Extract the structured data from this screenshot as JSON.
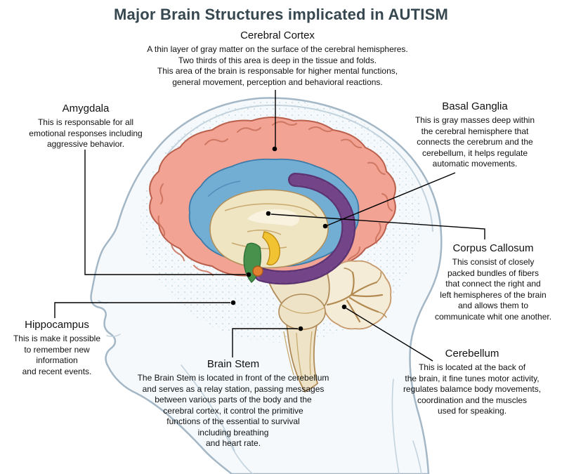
{
  "title": "Major Brain Structures implicated in AUTISM",
  "labels": {
    "cerebral_cortex": {
      "heading": "Cerebral Cortex",
      "lines": [
        "A thin layer of gray matter on the surface of the cerebral hemispheres.",
        "Two thirds of this area is deep in the tissue and folds.",
        "This area of the brain is responsable for higher mental functions,",
        "general movement, perception and behavioral reactions."
      ]
    },
    "amygdala": {
      "heading": "Amygdala",
      "lines": [
        "This is responsable for all",
        "emotional responses including",
        "aggressive behavior."
      ]
    },
    "basal_ganglia": {
      "heading": "Basal Ganglia",
      "lines": [
        "This is gray masses deep within",
        "the cerebral hemisphere that",
        "connects the cerebrum and the",
        "cerebellum, it helps regulate",
        "automatic movements."
      ]
    },
    "corpus_callosum": {
      "heading": "Corpus Callosum",
      "lines": [
        "This consist of closely",
        "packed bundles of fibers",
        "that connect the right and",
        "left hemispheres of the brain",
        "and allows them to",
        "communicate whit one another."
      ]
    },
    "hippocampus": {
      "heading": "Hippocampus",
      "lines": [
        "This is make it possible",
        "to remember new",
        "information",
        "and recent events."
      ]
    },
    "brain_stem": {
      "heading": "Brain Stem",
      "lines": [
        "The Brain Stem is located in front of the cerebellum",
        "and serves as a relay station, passing messages",
        "between various parts of the body and the",
        "cerebral cortex, it control the primitive",
        "functions of the essential to survival",
        "including breathing",
        "and heart rate."
      ]
    },
    "cerebellum": {
      "heading": "Cerebellum",
      "lines": [
        "This is located at the back of",
        "the brain, it fine tunes motor activity,",
        "regulates balamce body movements,",
        "coordination and the muscles",
        "used for speaking."
      ]
    }
  },
  "colors": {
    "title_text": "#36474f",
    "body_text": "#111111",
    "connector": "#000000",
    "head_line": "#a3b7c6",
    "face_line": "#c3d3de",
    "head_fill": "#f6f9fb",
    "stipple": "#bdd2e0",
    "cortex": "#f2a393",
    "cortex_outline": "#b95f4c",
    "cortex_fold": "#c9705a",
    "limbic_blue": "#72aed4",
    "limbic_outline": "#3c7ba8",
    "cream": "#efe5c2",
    "cream_outline": "#b2905a",
    "cream_line": "#c8a96e",
    "cream_light": "#f8f2df",
    "purple": "#8a55a0",
    "purple_dark": "#5d3472",
    "yellow": "#f1c232",
    "yellow_outline": "#c08c12",
    "green": "#47914d",
    "green_outline": "#2f6d36",
    "orange": "#e2812f",
    "orange_outline": "#a8571c",
    "cerebellum_fill": "#f4ecd6",
    "cerebellum_outline": "#c79a6e",
    "cerebellum_branch": "#b28a52",
    "brainstem_fill": "#eee3c6",
    "brainstem_outline": "#b08a58"
  }
}
